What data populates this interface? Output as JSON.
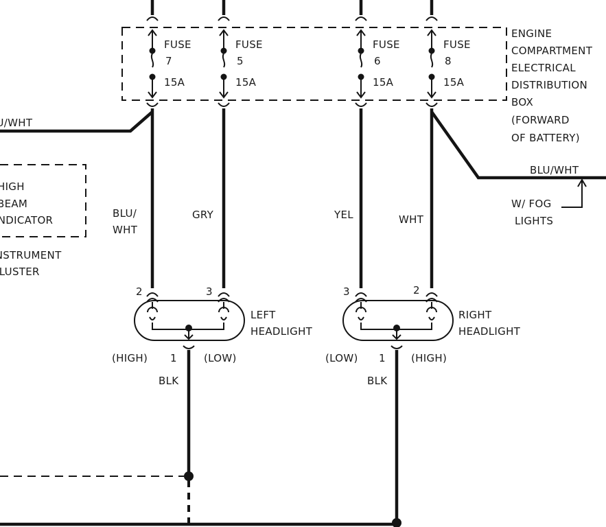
{
  "fuse_box": {
    "label_lines": [
      "ENGINE",
      "COMPARTMENT",
      "ELECTRICAL",
      "DISTRIBUTION",
      "BOX",
      "(FORWARD",
      "OF BATTERY)"
    ],
    "fuses": [
      {
        "title": "FUSE",
        "number": "7",
        "rating": "15A"
      },
      {
        "title": "FUSE",
        "number": "5",
        "rating": "15A"
      },
      {
        "title": "FUSE",
        "number": "6",
        "rating": "15A"
      },
      {
        "title": "FUSE",
        "number": "8",
        "rating": "15A"
      }
    ]
  },
  "wires": {
    "left_feed": "BLU/WHT",
    "fuse7_line1": "BLU/",
    "fuse7_line2": "WHT",
    "fuse5": "GRY",
    "fuse6": "YEL",
    "fuse8": "WHT",
    "fog_feed": "BLU/WHT",
    "ground_left": "BLK",
    "ground_right": "BLK"
  },
  "fog_note": [
    "W/ FOG",
    "LIGHTS"
  ],
  "high_beam_indicator": [
    "HIGH",
    "BEAM",
    "INDICATOR"
  ],
  "instrument_cluster": [
    "INSTRUMENT",
    "CLUSTER"
  ],
  "left_headlight": {
    "label_lines": [
      "LEFT",
      "HEADLIGHT"
    ],
    "pin_high": "2",
    "pin_low": "3",
    "pin_ground": "1",
    "high_label": "(HIGH)",
    "low_label": "(LOW)"
  },
  "right_headlight": {
    "label_lines": [
      "RIGHT",
      "HEADLIGHT"
    ],
    "pin_low": "3",
    "pin_high": "2",
    "pin_ground": "1",
    "low_label": "(LOW)",
    "high_label": "(HIGH)"
  }
}
